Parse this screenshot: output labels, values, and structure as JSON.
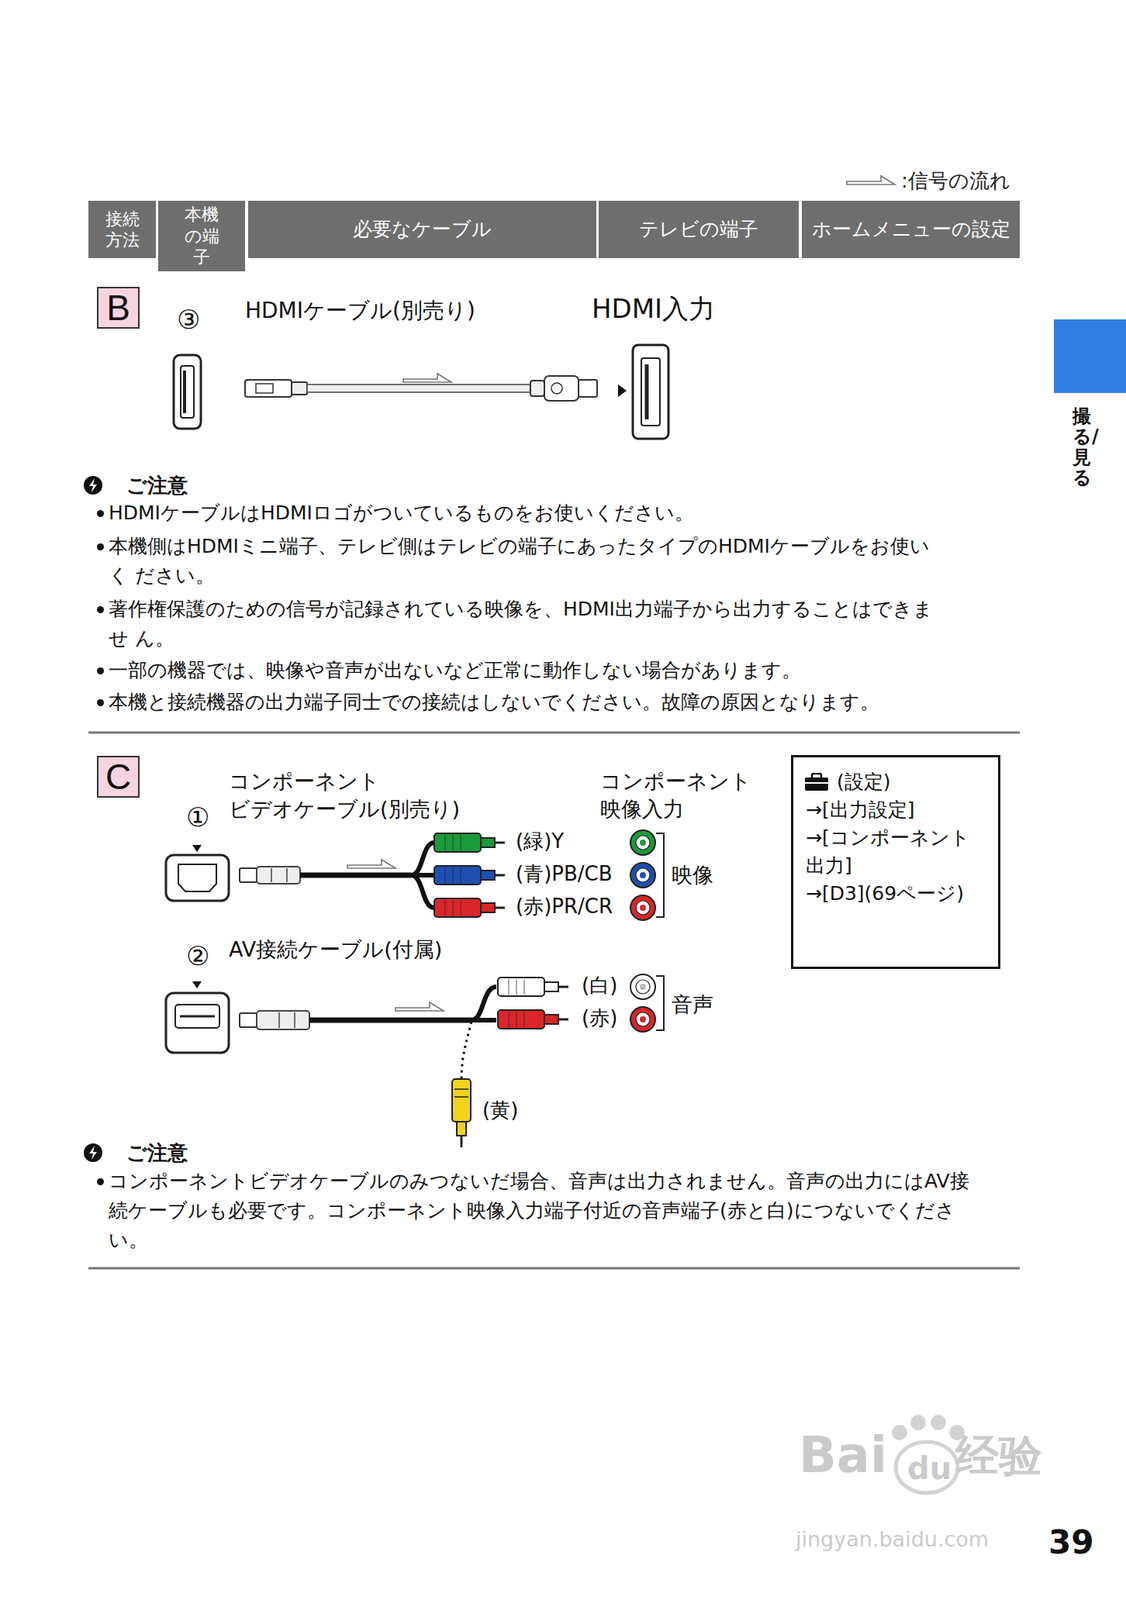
{
  "diagram": {
    "nodes": [
      {
        "text": [
          "接続方法"
        ]
      },
      {
        "text": [
          "本機の端子"
        ]
      },
      {
        "text": [
          "必要なケーブル"
        ]
      },
      {
        "text": [
          "テレビの端子"
        ]
      },
      {
        "text": [
          "ホームメニューの設定"
        ]
      },
      {
        "text": [
          "B"
        ]
      },
      {
        "text": [
          "C"
        ]
      },
      {
        "text": [
          "(設定)",
          "→[出力設定]",
          "→[コンポーネント 出力]",
          "→[D3](69ページ)"
        ]
      },
      {
        "text": [
          "撮る/見る"
        ]
      }
    ],
    "labels": [
      "③",
      "HDMIケーブル(別売り)",
      "HDMI入力",
      "ご注意",
      "HDMIケーブルはHDMIロゴがついているものをお使いください。",
      "本機側はHDMIミニ端子、テレビ側はテレビの端子にあったタイプのHDMIケーブルをお使いく ださい。",
      "著作権保護のための信号が記録されている映像を、HDMI出力端子から出力することはできませ ん。",
      "一部の機器では、映像や音声が出ないなど正常に動作しない場合があります。",
      "本機と接続機器の出力端子同士での接続はしないでください。故障の原因となります。",
      "①",
      "コンポーネント ビデオケーブル(別売り)",
      "コンポーネント 映像入力",
      "(緑)Y",
      "(青)PB/CB",
      "(赤)PR/CR",
      "映像",
      "②",
      "AV接続ケーブル(付属)",
      "(白)",
      "(赤)",
      "音声",
      "(黄)",
      "ご注意",
      "コンポーネントビデオケーブルのみつないだ場合、音声は出力されません。音声の出力にはAV接 続ケーブルも必要です。コンポーネント映像入力端子付近の音声端子(赤と白)につないでくださ い。",
      "Bai",
      "du",
      "经验",
      "jingyan.baidu.com",
      "39"
    ],
    "legend": [
      {
        "text": ":信号の流れ"
      }
    ]
  }
}
